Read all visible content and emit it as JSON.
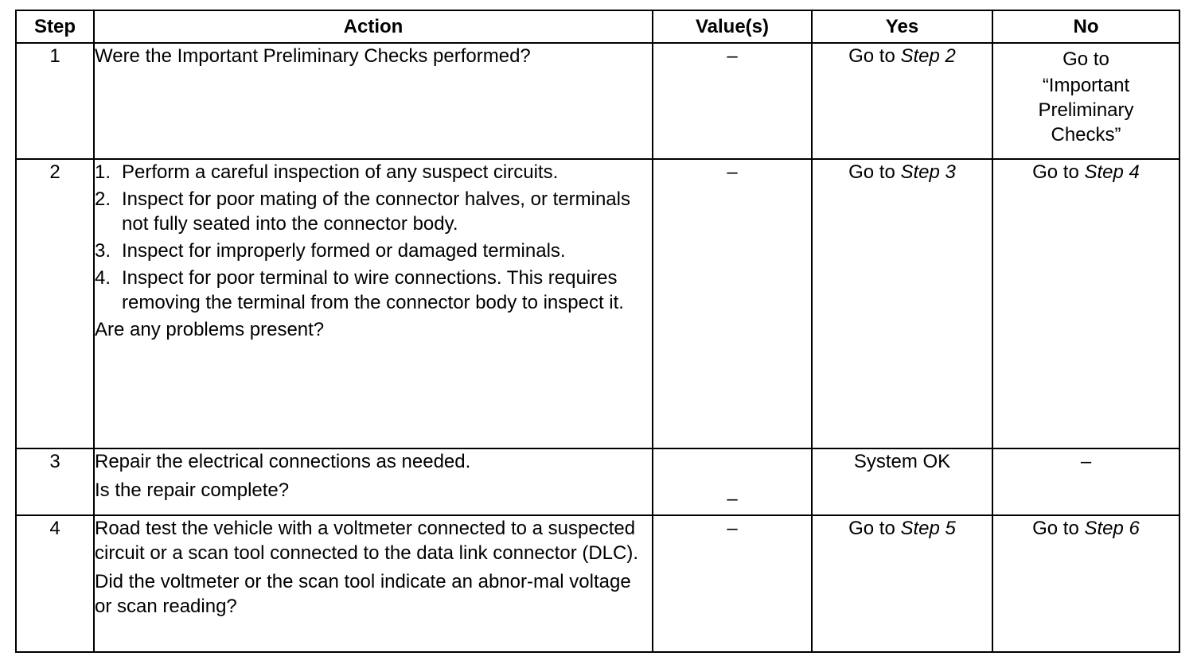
{
  "headers": {
    "step": "Step",
    "action": "Action",
    "values": "Value(s)",
    "yes": "Yes",
    "no": "No"
  },
  "rows": [
    {
      "step": "1",
      "action": {
        "question": "Were the Important Preliminary Checks performed?"
      },
      "value": "–",
      "yes": {
        "prefix": "Go to ",
        "ref": "Step 2"
      },
      "no": {
        "line1": "Go to",
        "line2": "“Important",
        "line3": "Preliminary",
        "line4": "Checks”"
      }
    },
    {
      "step": "2",
      "action": {
        "items": [
          {
            "num": "1.",
            "text": "Perform a careful inspection of any suspect circuits."
          },
          {
            "num": "2.",
            "text": "Inspect for poor mating of the connector halves, or terminals not fully seated into the connector body."
          },
          {
            "num": "3.",
            "text": "Inspect for improperly formed or damaged terminals."
          },
          {
            "num": "4.",
            "text": "Inspect for poor terminal to wire connections. This requires removing the terminal from the connector body to inspect it."
          }
        ],
        "question": "Are any problems present?"
      },
      "value": "–",
      "yes": {
        "prefix": "Go to ",
        "ref": "Step 3"
      },
      "no": {
        "prefix": "Go to ",
        "ref": "Step 4"
      }
    },
    {
      "step": "3",
      "action": {
        "instruction": "Repair the electrical connections as needed.",
        "question": "Is the repair complete?"
      },
      "value": "–",
      "yes": {
        "text": "System OK"
      },
      "no": {
        "text": "–"
      }
    },
    {
      "step": "4",
      "action": {
        "instruction": "Road test the vehicle with a voltmeter connected to a suspected circuit or a scan tool connected to the data link connector (DLC).",
        "question": "Did the voltmeter or the scan tool indicate an abnor-mal voltage or scan reading?"
      },
      "value": "–",
      "yes": {
        "prefix": "Go to ",
        "ref": "Step 5"
      },
      "no": {
        "prefix": "Go to ",
        "ref": "Step 6"
      }
    }
  ]
}
